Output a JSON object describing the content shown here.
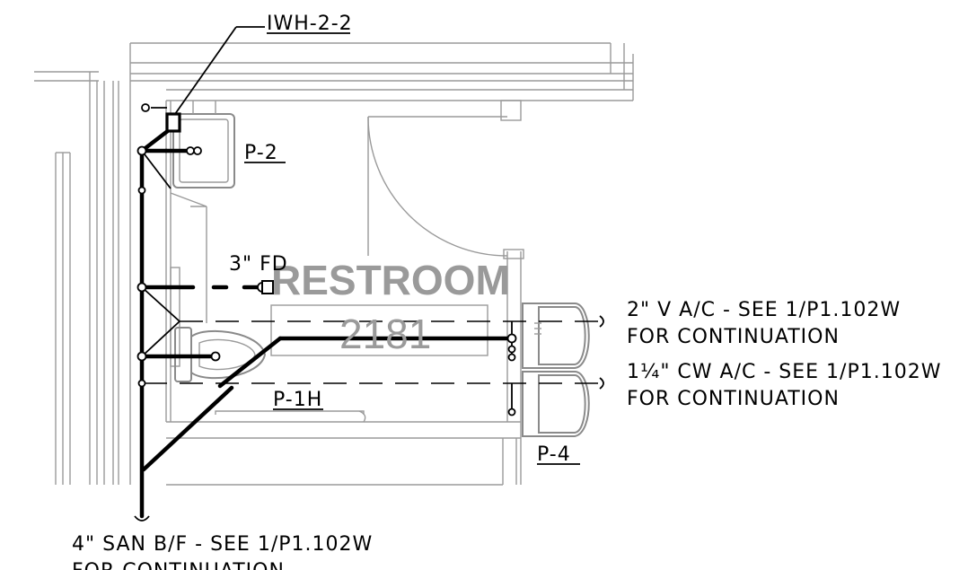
{
  "room": {
    "name": "RESTROOM",
    "number": "2181"
  },
  "tags": {
    "water_heater": "IWH-2-2",
    "lavatory": "P-2",
    "water_closet": "P-1H",
    "fixture_p4": "P-4",
    "floor_drain": "3\" FD"
  },
  "notes": {
    "vent_line1": "2\" V A/C - SEE 1/P1.102W",
    "vent_line2": "FOR CONTINUATION",
    "cw_line1": "1¼\" CW A/C - SEE 1/P1.102W",
    "cw_line2": "FOR CONTINUATION",
    "san_line1": "4\" SAN B/F - SEE 1/P1.102W",
    "san_line2": "FOR CONTINUATION"
  }
}
